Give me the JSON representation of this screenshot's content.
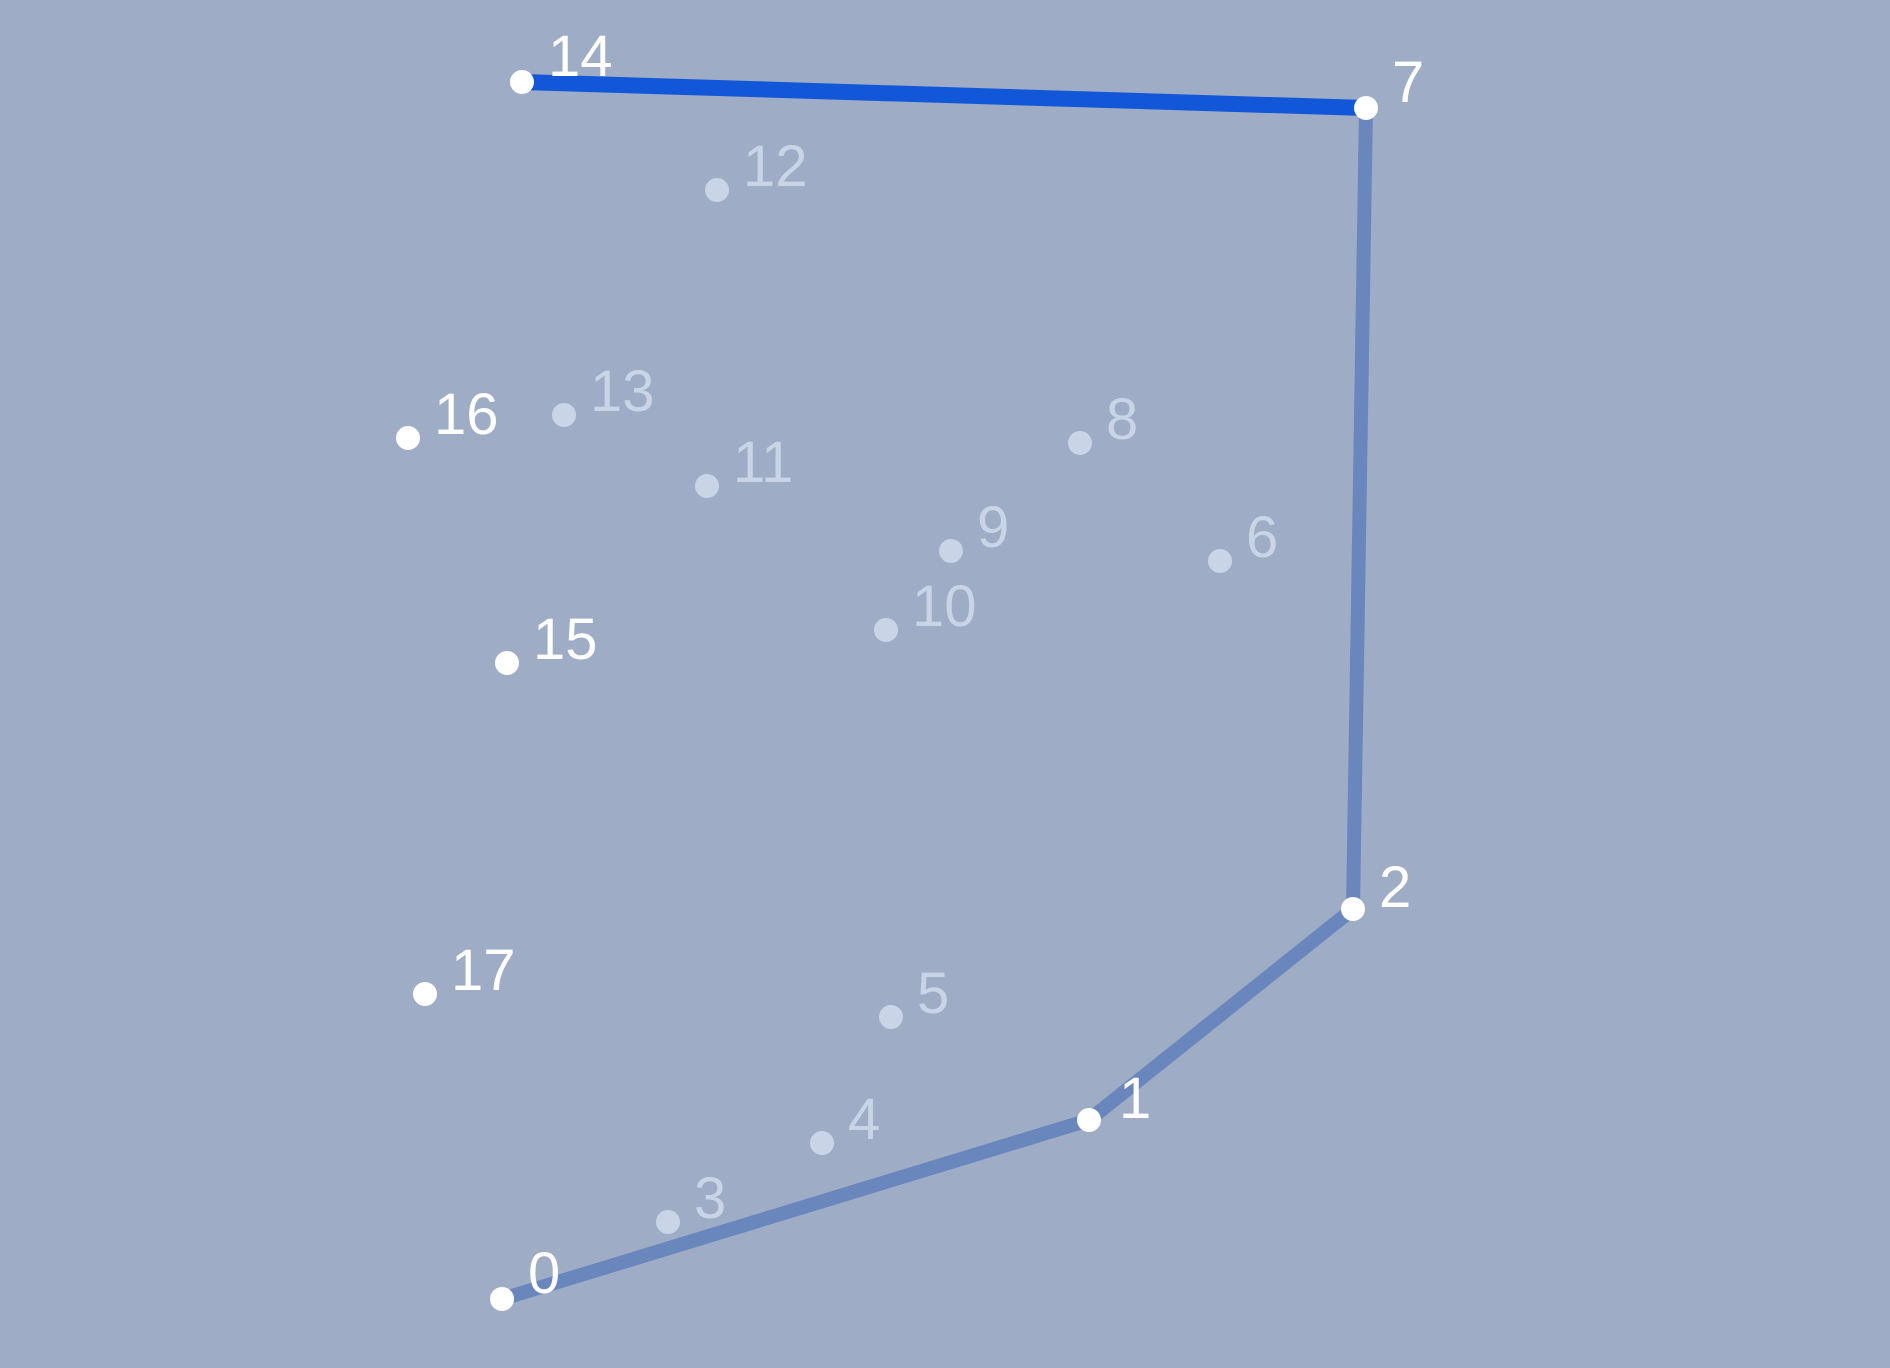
{
  "puzzle": {
    "dots": [
      {
        "id": 0,
        "label": "0",
        "state": "active"
      },
      {
        "id": 1,
        "label": "1",
        "state": "active"
      },
      {
        "id": 2,
        "label": "2",
        "state": "active"
      },
      {
        "id": 3,
        "label": "3",
        "state": "pending"
      },
      {
        "id": 4,
        "label": "4",
        "state": "pending"
      },
      {
        "id": 5,
        "label": "5",
        "state": "pending"
      },
      {
        "id": 6,
        "label": "6",
        "state": "pending"
      },
      {
        "id": 7,
        "label": "7",
        "state": "active"
      },
      {
        "id": 8,
        "label": "8",
        "state": "pending"
      },
      {
        "id": 9,
        "label": "9",
        "state": "pending"
      },
      {
        "id": 10,
        "label": "10",
        "state": "pending"
      },
      {
        "id": 11,
        "label": "11",
        "state": "pending"
      },
      {
        "id": 12,
        "label": "12",
        "state": "pending"
      },
      {
        "id": 13,
        "label": "13",
        "state": "pending"
      },
      {
        "id": 14,
        "label": "14",
        "state": "active"
      },
      {
        "id": 15,
        "label": "15",
        "state": "active"
      },
      {
        "id": 16,
        "label": "16",
        "state": "active"
      },
      {
        "id": 17,
        "label": "17",
        "state": "active"
      }
    ],
    "segments": [
      {
        "from": 0,
        "to": 1,
        "state": "drawn"
      },
      {
        "from": 1,
        "to": 2,
        "state": "drawn"
      },
      {
        "from": 2,
        "to": 7,
        "state": "drawn"
      },
      {
        "from": 7,
        "to": 14,
        "state": "current"
      }
    ]
  },
  "colors": {
    "background": "#9eadc5",
    "active_dot": "#ffffff",
    "pending_dot": "#c9d4e6",
    "drawn_segment": "#6a87bd",
    "current_segment": "#1257d8"
  }
}
